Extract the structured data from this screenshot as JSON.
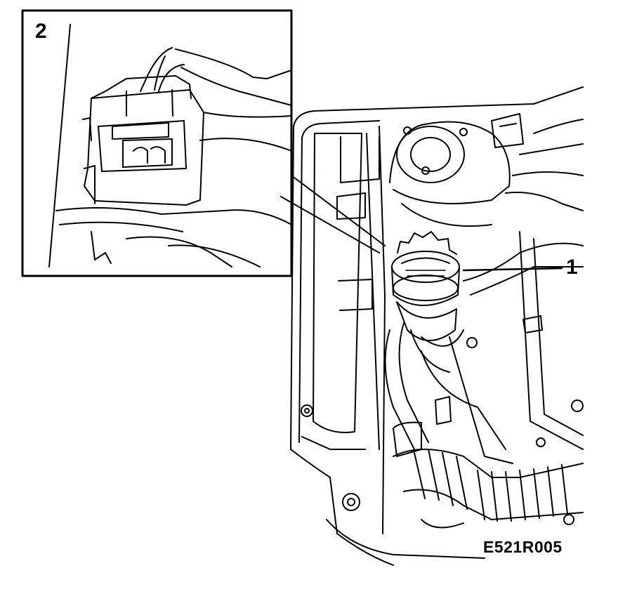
{
  "callouts": {
    "detail_number": "2",
    "component_number": "1"
  },
  "figure_code": "E521R005",
  "colors": {
    "line": "#000000",
    "background": "#ffffff"
  }
}
